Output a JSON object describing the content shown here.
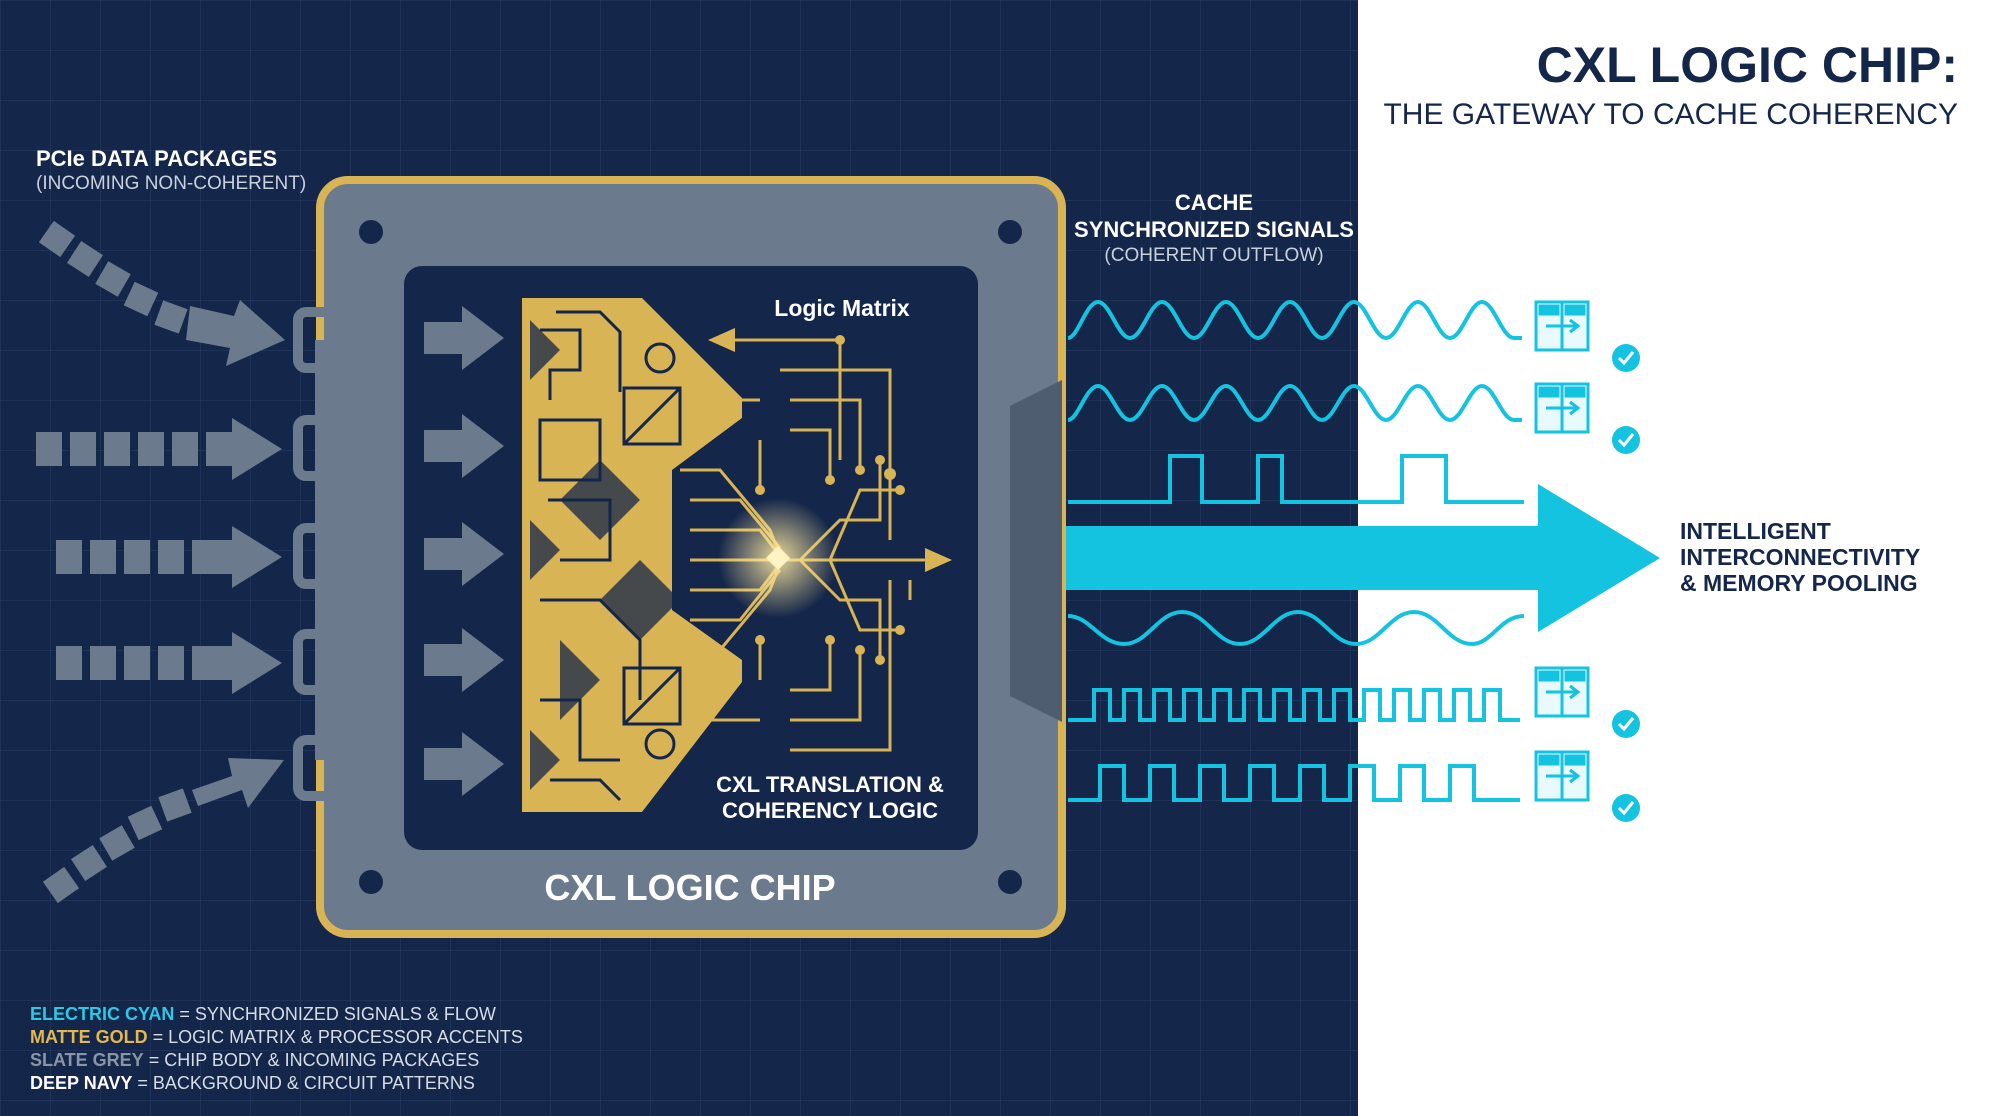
{
  "title": "CXL LOGIC CHIP:",
  "subtitle": "THE GATEWAY TO CACHE COHERENCY",
  "input": {
    "label": "PCIe DATA PACKAGES",
    "sublabel": "(INCOMING NON-COHERENT)"
  },
  "output": {
    "label_line1": "CACHE",
    "label_line2": "SYNCHRONIZED SIGNALS",
    "sublabel": "(COHERENT OUTFLOW)"
  },
  "chip": {
    "name": "CXL LOGIC CHIP",
    "matrix_label": "Logic Matrix",
    "logic_label_line1": "CXL TRANSLATION &",
    "logic_label_line2": "COHERENCY LOGIC"
  },
  "destination": {
    "line1": "INTELLIGENT",
    "line2": "INTERCONNECTIVITY",
    "line3": "& MEMORY POOLING"
  },
  "legend": [
    {
      "key": "ELECTRIC CYAN",
      "desc": " = SYNCHRONIZED SIGNALS & FLOW",
      "color": "#2ec7e6"
    },
    {
      "key": "MATTE GOLD",
      "desc": " = LOGIC MATRIX & PROCESSOR ACCENTS",
      "color": "#e3b84e"
    },
    {
      "key": "SLATE GREY",
      "desc": " = CHIP BODY & INCOMING PACKAGES",
      "color": "#8a96a6"
    },
    {
      "key": "DEEP NAVY",
      "desc": " = BACKGROUND & CIRCUIT PATTERNS",
      "color": "#ffffff"
    }
  ],
  "colors": {
    "navy": "#14264a",
    "cyan": "#14c3df",
    "gold": "#d8b455",
    "slate": "#6b7a8d"
  }
}
